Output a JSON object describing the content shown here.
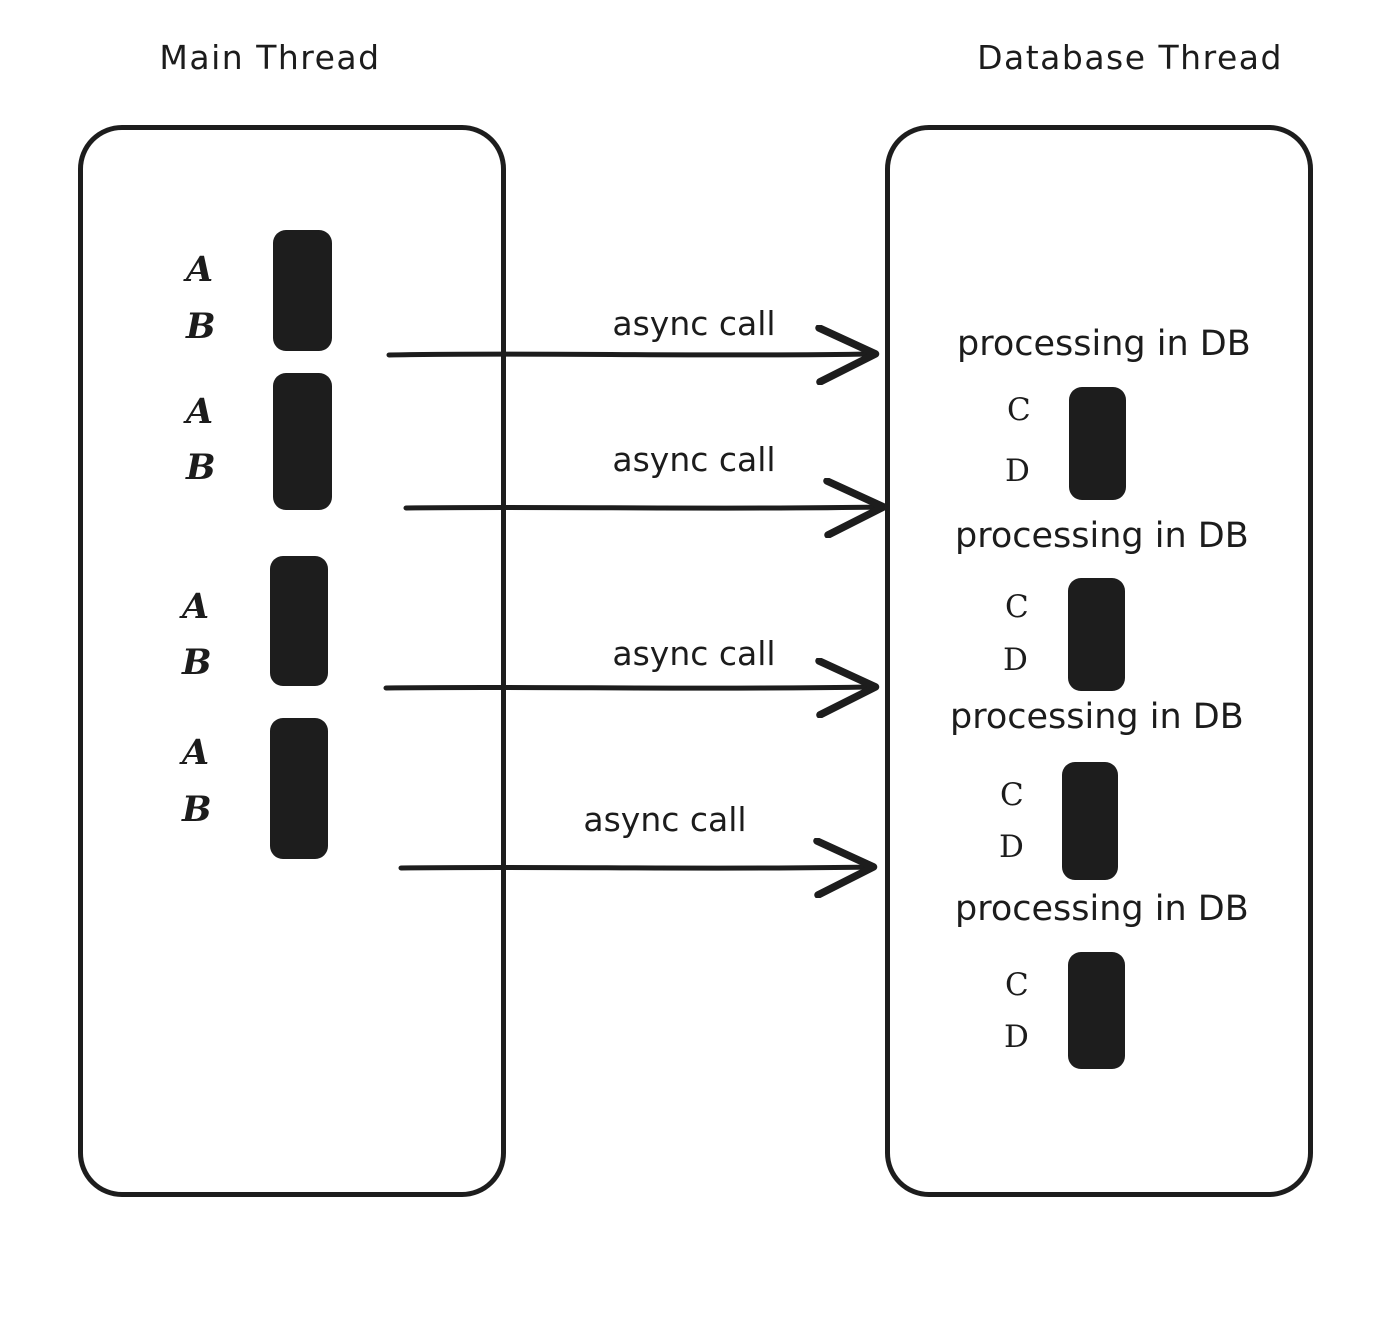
{
  "diagram": {
    "title_main_thread": "Main Thread",
    "title_database_thread": "Database Thread",
    "background_color": "#ffffff",
    "ink_color": "#1d1d1d"
  },
  "main_thread": {
    "label": "Main Thread",
    "segments": [
      {
        "letter_top": "A",
        "letter_bottom": "B"
      },
      {
        "letter_top": "A",
        "letter_bottom": "B"
      },
      {
        "letter_top": "A",
        "letter_bottom": "B"
      },
      {
        "letter_top": "A",
        "letter_bottom": "B"
      }
    ]
  },
  "database_thread": {
    "label": "Database Thread",
    "segments": [
      {
        "phase": "processing in DB",
        "letter_top": "C",
        "letter_bottom": "D"
      },
      {
        "phase": "processing in DB",
        "letter_top": "C",
        "letter_bottom": "D"
      },
      {
        "phase": "processing in DB",
        "letter_top": "C",
        "letter_bottom": "D"
      },
      {
        "phase": "processing in DB",
        "letter_top": "C",
        "letter_bottom": "D"
      }
    ]
  },
  "arrows": [
    {
      "label": "async call"
    },
    {
      "label": "async call"
    },
    {
      "label": "async call"
    },
    {
      "label": "async call"
    }
  ]
}
